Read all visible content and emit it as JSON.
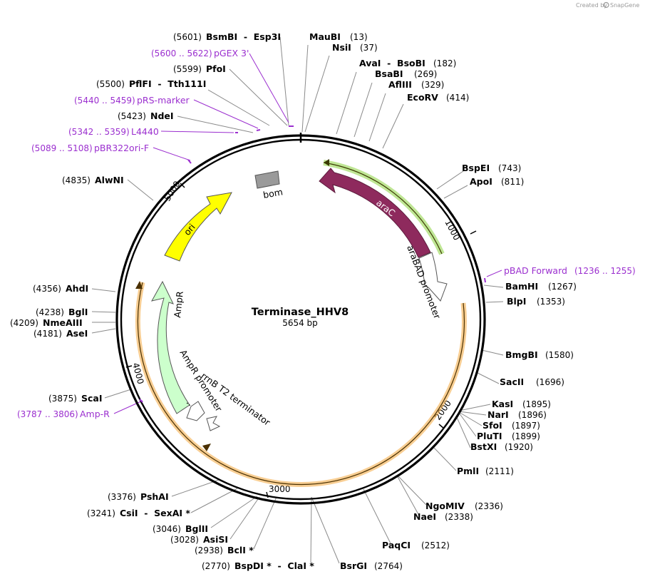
{
  "plasmid": {
    "name": "Terminase_HHV8",
    "size_label": "5654 bp",
    "length": 5654
  },
  "branding": {
    "created_by": "Created by",
    "product": "SnapGene",
    "icon": "snapgene-logo-icon"
  },
  "colors": {
    "primer": "#9b2fcf",
    "arac": "#8e2a5d",
    "ori": "#ffff00",
    "ampr": "#ccffcc",
    "orange_glow": "#f3a53a",
    "green_glow": "#7fce2c"
  },
  "ticks": [
    {
      "label": "1000",
      "bp": 1000
    },
    {
      "label": "2000",
      "bp": 2000
    },
    {
      "label": "3000",
      "bp": 3000
    },
    {
      "label": "4000",
      "bp": 4000
    },
    {
      "label": "5000",
      "bp": 5000
    }
  ],
  "enzymes_right": [
    {
      "name": "MauBI",
      "pos": "(13)"
    },
    {
      "name": "NsiI",
      "pos": "(37)"
    },
    {
      "name": "AvaI  -  BsoBI",
      "pos": "(182)"
    },
    {
      "name": "BsaBI",
      "pos": "(269)"
    },
    {
      "name": "AflIII",
      "pos": "(329)"
    },
    {
      "name": "EcoRV",
      "pos": "(414)"
    },
    {
      "name": "BspEI",
      "pos": "(743)"
    },
    {
      "name": "ApoI",
      "pos": "(811)"
    },
    {
      "name": "BamHI",
      "pos": "(1267)"
    },
    {
      "name": "BlpI",
      "pos": "(1353)"
    },
    {
      "name": "BmgBI",
      "pos": "(1580)"
    },
    {
      "name": "SacII",
      "pos": "(1696)"
    },
    {
      "name": "KasI",
      "pos": "(1895)"
    },
    {
      "name": "NarI",
      "pos": "(1896)"
    },
    {
      "name": "SfoI",
      "pos": "(1897)"
    },
    {
      "name": "PluTI",
      "pos": "(1899)"
    },
    {
      "name": "BstXI",
      "pos": "(1920)"
    },
    {
      "name": "PmlI",
      "pos": "(2111)"
    },
    {
      "name": "NgoMIV",
      "pos": "(2336)"
    },
    {
      "name": "NaeI",
      "pos": "(2338)"
    },
    {
      "name": "PaqCI",
      "pos": "(2512)"
    },
    {
      "name": "BsrGI",
      "pos": "(2764)"
    }
  ],
  "enzymes_left": [
    {
      "pos": "(5601)",
      "name": "BsmBI  -  Esp3I"
    },
    {
      "pos": "(5599)",
      "name": "PfoI"
    },
    {
      "pos": "(5500)",
      "name": "PflFI  -  Tth111I"
    },
    {
      "pos": "(5423)",
      "name": "NdeI"
    },
    {
      "pos": "(4835)",
      "name": "AlwNI"
    },
    {
      "pos": "(4356)",
      "name": "AhdI"
    },
    {
      "pos": "(4238)",
      "name": "BglI"
    },
    {
      "pos": "(4209)",
      "name": "NmeAIII"
    },
    {
      "pos": "(4181)",
      "name": "AseI"
    },
    {
      "pos": "(3875)",
      "name": "ScaI"
    },
    {
      "pos": "(3376)",
      "name": "PshAI"
    },
    {
      "pos": "(3241)",
      "name": "CsiI  -  SexAI *"
    },
    {
      "pos": "(3046)",
      "name": "BglII"
    },
    {
      "pos": "(3028)",
      "name": "AsiSI"
    },
    {
      "pos": "(2938)",
      "name": "BclI *"
    },
    {
      "pos": "(2770)",
      "name": "BspDI *  -  ClaI *"
    }
  ],
  "primers_left": [
    {
      "range": "(5600 .. 5622)",
      "name": "pGEX 3'"
    },
    {
      "range": "(5440 .. 5459)",
      "name": "pRS-marker"
    },
    {
      "range": "(5342 .. 5359)",
      "name": "L4440"
    },
    {
      "range": "(5089 .. 5108)",
      "name": "pBR322ori-F"
    },
    {
      "range": "(3787 .. 3806)",
      "name": "Amp-R"
    }
  ],
  "primers_right": [
    {
      "name": "pBAD Forward",
      "range": "(1236 .. 1255)"
    }
  ],
  "features": {
    "arac": "araC",
    "arabad_promoter": "araBAD promoter",
    "bom": "bom",
    "ori": "ori",
    "ampr": "AmpR",
    "ampr_promoter": "AmpR promoter",
    "rrnb_terminator": "rrnB T2 terminator"
  }
}
